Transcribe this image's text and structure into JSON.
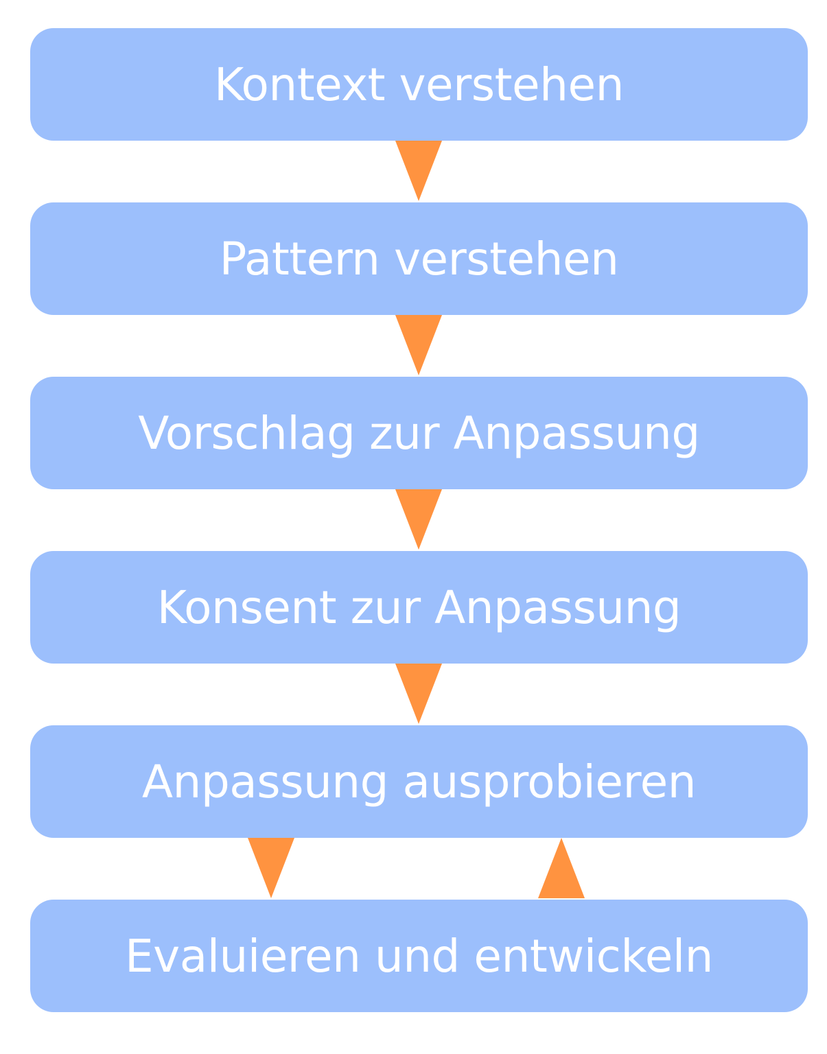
{
  "flowchart": {
    "steps": [
      {
        "label": "Kontext verstehen"
      },
      {
        "label": "Pattern verstehen"
      },
      {
        "label": "Vorschlag zur Anpassung"
      },
      {
        "label": "Konsent zur Anpassung"
      },
      {
        "label": "Anpassung ausprobieren"
      },
      {
        "label": "Evaluieren und entwickeln"
      }
    ],
    "connectors": [
      {
        "from": "Kontext verstehen",
        "to": "Pattern verstehen",
        "direction": "down"
      },
      {
        "from": "Pattern verstehen",
        "to": "Vorschlag zur Anpassung",
        "direction": "down"
      },
      {
        "from": "Vorschlag zur Anpassung",
        "to": "Konsent zur Anpassung",
        "direction": "down"
      },
      {
        "from": "Konsent zur Anpassung",
        "to": "Anpassung ausprobieren",
        "direction": "down"
      },
      {
        "from": "Anpassung ausprobieren",
        "to": "Evaluieren und entwickeln",
        "direction": "down"
      },
      {
        "from": "Evaluieren und entwickeln",
        "to": "Anpassung ausprobieren",
        "direction": "up"
      }
    ],
    "colors": {
      "box": "#9cbffc",
      "text": "#ffffff",
      "arrow": "#ff9340"
    }
  }
}
